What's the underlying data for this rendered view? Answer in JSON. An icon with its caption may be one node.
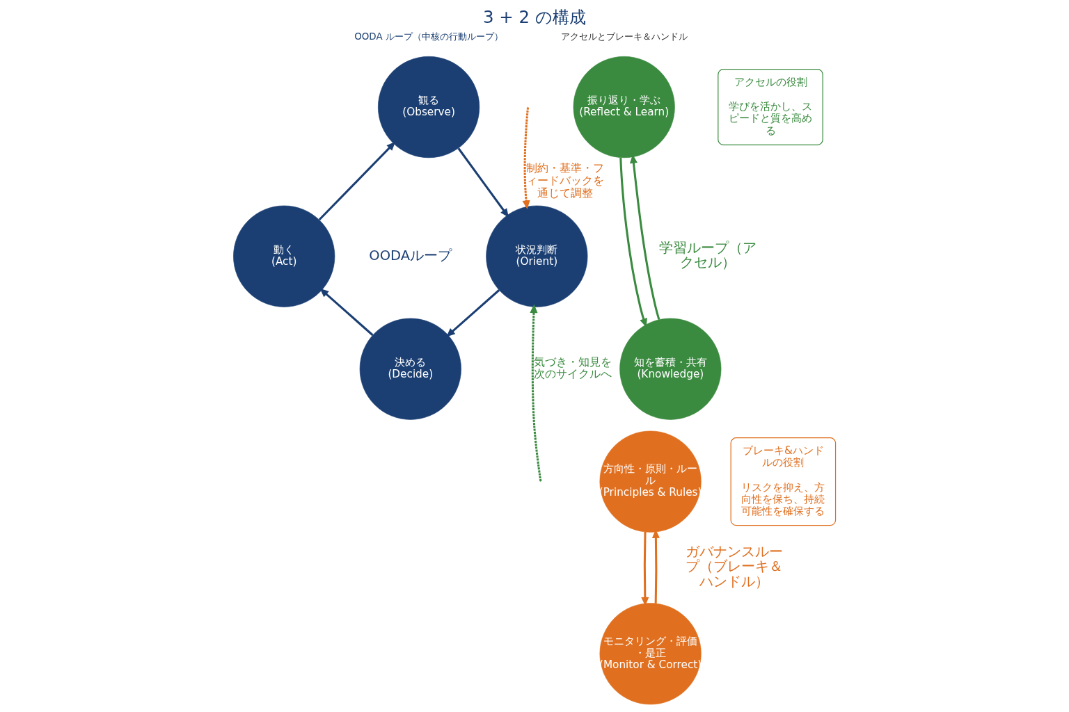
{
  "diagram": {
    "title": "3 + 2 の構成",
    "nodes": [
      {
        "text": [
          "観る",
          "(Observe)"
        ]
      },
      {
        "text": [
          "状況判断",
          "(Orient)"
        ]
      },
      {
        "text": [
          "決める",
          "(Decide)"
        ]
      },
      {
        "text": [
          "動く",
          "(Act)"
        ]
      },
      {
        "text": [
          "振り返り・学ぶ",
          "(Reflect & Learn)"
        ]
      },
      {
        "text": [
          "知を蓄積・共有",
          "(Knowledge)"
        ]
      },
      {
        "text": [
          "方向性・原則・ルール",
          "(Principles & Rules)"
        ]
      },
      {
        "text": [
          "モニタリング・評価・是正",
          "(Monitor & Correct)"
        ]
      },
      {
        "text": [
          "アクセルの役割",
          "学びを活かし、スピードと質を高める"
        ]
      },
      {
        "text": [
          "ブレーキ&ハンドルの役割",
          "リスクを抑え、方向性を保ち、持続可能性を確保する"
        ]
      }
    ],
    "edges": [
      {
        "from": 0,
        "to": 1,
        "arrow": "to"
      },
      {
        "from": 1,
        "to": 2,
        "arrow": "to"
      },
      {
        "from": 2,
        "to": 3,
        "arrow": "to"
      },
      {
        "from": 3,
        "to": 0,
        "arrow": "to"
      },
      {
        "from": 4,
        "to": 5,
        "arrow": "to",
        "color": "#3a8a3f"
      },
      {
        "from": 5,
        "to": 4,
        "arrow": "to",
        "color": "#3a8a3f"
      },
      {
        "from": 6,
        "to": 7,
        "arrow": "to",
        "color": "#e07020"
      },
      {
        "from": 7,
        "to": 6,
        "arrow": "to",
        "color": "#e07020"
      },
      {
        "from": null,
        "to": 1,
        "arrow": "to",
        "style": "dashed",
        "color": "#3a8a3f",
        "label": "気づき・知見を次のサイクルへ"
      },
      {
        "from": null,
        "to": 1,
        "arrow": "to",
        "style": "dashed",
        "color": "#e07020",
        "label": "制約・基準・フィードバックを通じて調整"
      }
    ],
    "labels": [
      "OODA ループ（中核の行動ループ）",
      "アクセルとブレーキ＆ハンドル",
      "OODAループ",
      "学習ループ（アクセル）",
      "ガバナンスループ（ブレーキ＆ハンドル）"
    ]
  }
}
